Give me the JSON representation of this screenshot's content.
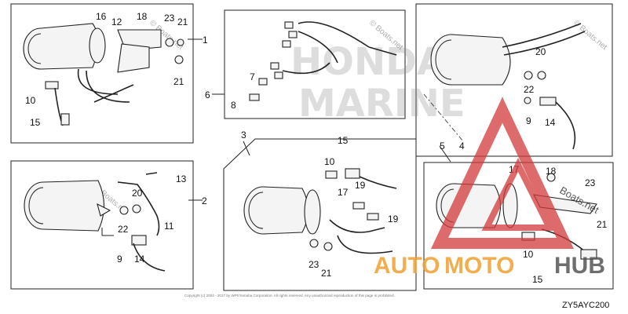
{
  "panels": {
    "p1": {
      "callout": "1",
      "labels": [
        "16",
        "12",
        "18",
        "23",
        "21",
        "10",
        "15",
        "21"
      ]
    },
    "p6": {
      "callout": "6",
      "labels": [
        "7",
        "8"
      ]
    },
    "p4": {
      "callout": "4",
      "labels": [
        "20",
        "22",
        "9",
        "14"
      ]
    },
    "p2": {
      "callout": "2",
      "labels": [
        "13",
        "20",
        "11",
        "22",
        "9",
        "14"
      ]
    },
    "p3": {
      "callout": "3",
      "labels": [
        "15",
        "10",
        "17",
        "19",
        "19",
        "23",
        "21"
      ]
    },
    "p5": {
      "callout": "5",
      "labels": [
        "17",
        "18",
        "23",
        "21",
        "10",
        "15"
      ]
    }
  },
  "watermarks": {
    "honda_line1": "HONDA",
    "honda_line2": "MARINE",
    "boats_net": "© Boats.net",
    "boats_net_overlay": "Boats.net",
    "auto_a": "AUTO",
    "auto_b": "MOTO",
    "auto_c": "HUB"
  },
  "footer": {
    "copyright": "Copyright (c) 2004 - 2017 by WPI/Yamaha Corporation. All rights reserved. Any unauthorized reproduction of this page is prohibited.",
    "code": "ZY5AYC200"
  },
  "colors": {
    "line": "#222222",
    "auto_orange": "#f0a030",
    "auto_gray": "#555555",
    "triangle_red": "#d23a3a"
  }
}
